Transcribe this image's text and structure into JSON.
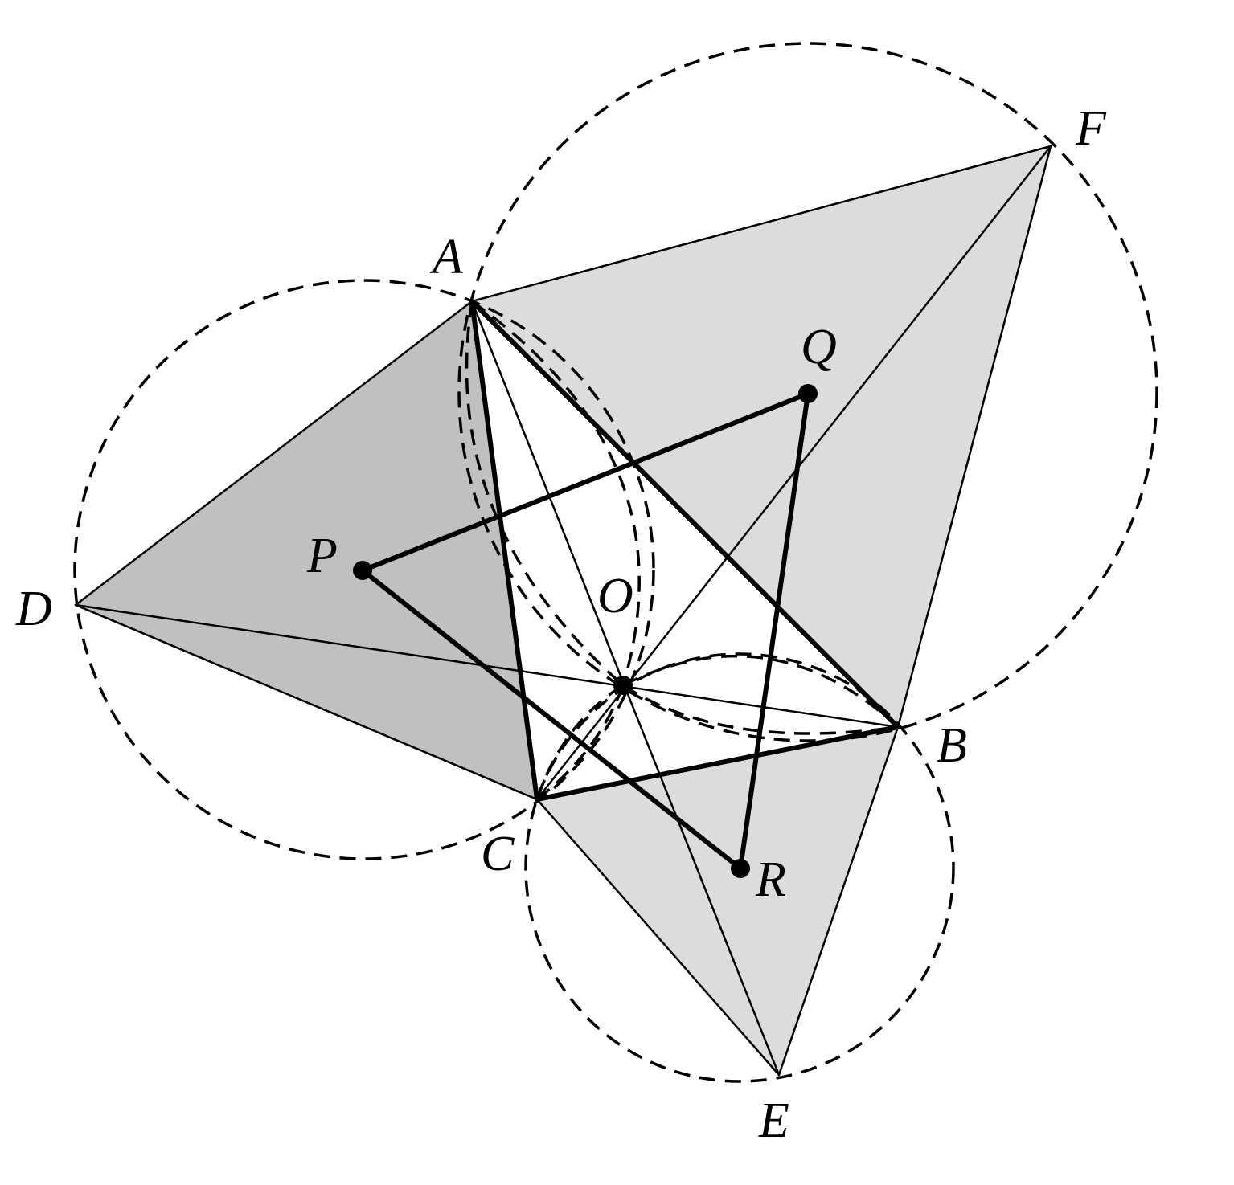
{
  "figure": {
    "labels": {
      "A": "A",
      "B": "B",
      "C": "C",
      "D": "D",
      "E": "E",
      "F": "F",
      "O": "O",
      "P": "P",
      "Q": "Q",
      "R": "R"
    },
    "colors": {
      "stroke": "#000000",
      "shade_dark": "#c0c0c0",
      "shade_light": "#dcdcdc",
      "background": "#ffffff"
    }
  }
}
